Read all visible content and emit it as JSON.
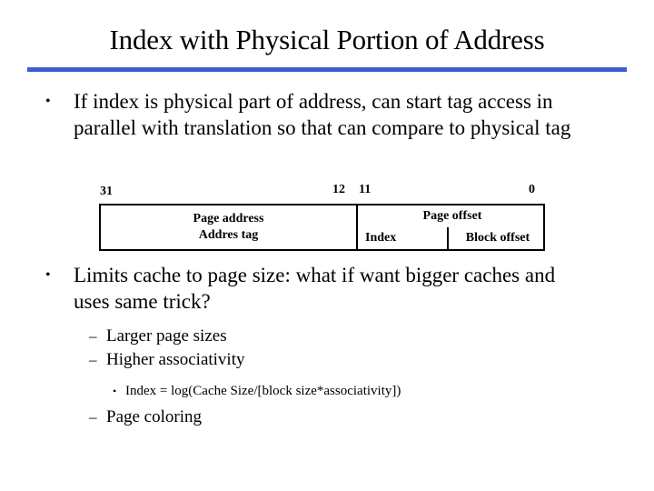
{
  "slide": {
    "title": "Index with Physical Portion of Address",
    "rule_color": "#3b5fd1"
  },
  "bullets": {
    "level1": [
      {
        "marker": "•",
        "text": "If index is physical part of address, can start tag access in parallel with translation so that can compare to physical tag"
      },
      {
        "marker": "•",
        "text": "Limits cache to page size: what if want bigger caches and uses same trick?"
      }
    ],
    "level2": [
      {
        "marker": "–",
        "text": "Larger page sizes"
      },
      {
        "marker": "–",
        "text": "Higher associativity"
      },
      {
        "marker": "–",
        "text": "Page coloring"
      }
    ],
    "level3": [
      {
        "marker": "•",
        "text": "Index = log(Cache Size/[block size*associativity])"
      }
    ]
  },
  "diagram": {
    "bit_labels": {
      "high": "31",
      "page_addr_low": "12",
      "page_offset_high": "11",
      "low": "0"
    },
    "fields": {
      "page_address_line1": "Page address",
      "page_address_line2": "Addres tag",
      "page_offset_title": "Page offset",
      "index": "Index",
      "block_offset": "Block offset"
    }
  }
}
